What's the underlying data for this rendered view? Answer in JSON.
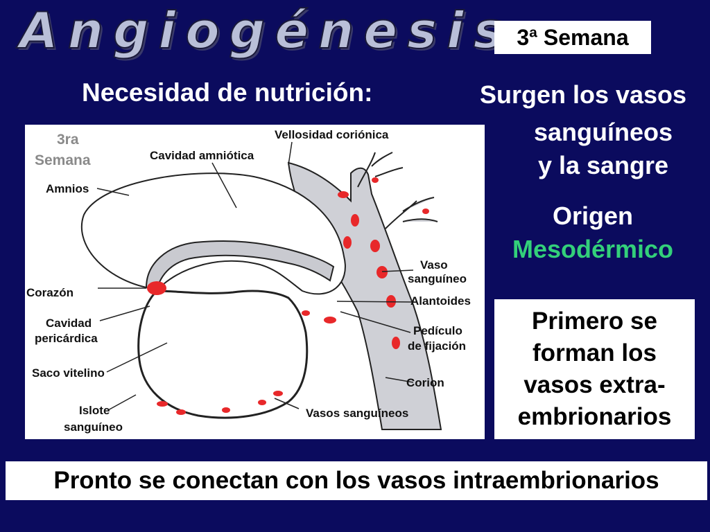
{
  "title": "Angiogénesis",
  "week_badge": "3ª Semana",
  "heading": "Necesidad de nutrición:",
  "right_panel": {
    "line1": "Surgen los vasos",
    "line2": "sanguíneos",
    "line3": "y la sangre",
    "origin_label": "Origen",
    "origin_value": "Mesodérmico"
  },
  "info_box": {
    "line1": "Primero se",
    "line2": "forman los",
    "line3": "vasos extra-",
    "line4": "embrionarios"
  },
  "bottom_text": "Pronto se conectan con los vasos intraembrionarios",
  "diagram": {
    "week_line1": "3ra",
    "week_line2": "Semana",
    "labels": {
      "vellosidad": "Vellosidad coriónica",
      "cavidad_amniotica": "Cavidad amniótica",
      "amnios": "Amnios",
      "corazon": "Corazón",
      "cavidad_pericardica_1": "Cavidad",
      "cavidad_pericardica_2": "pericárdica",
      "saco_vitelino": "Saco vitelino",
      "islote_1": "Islote",
      "islote_2": "sanguíneo",
      "vaso_1": "Vaso",
      "vaso_2": "sanguíneo",
      "alantoides": "Alantoides",
      "pediculo_1": "Pedículo",
      "pediculo_2": "de fijación",
      "corion": "Corion",
      "vasos_sanguineos": "Vasos sanguíneos"
    }
  },
  "colors": {
    "background": "#0b0b5e",
    "accent_green": "#33d07a",
    "blood_red": "#e8282a"
  }
}
